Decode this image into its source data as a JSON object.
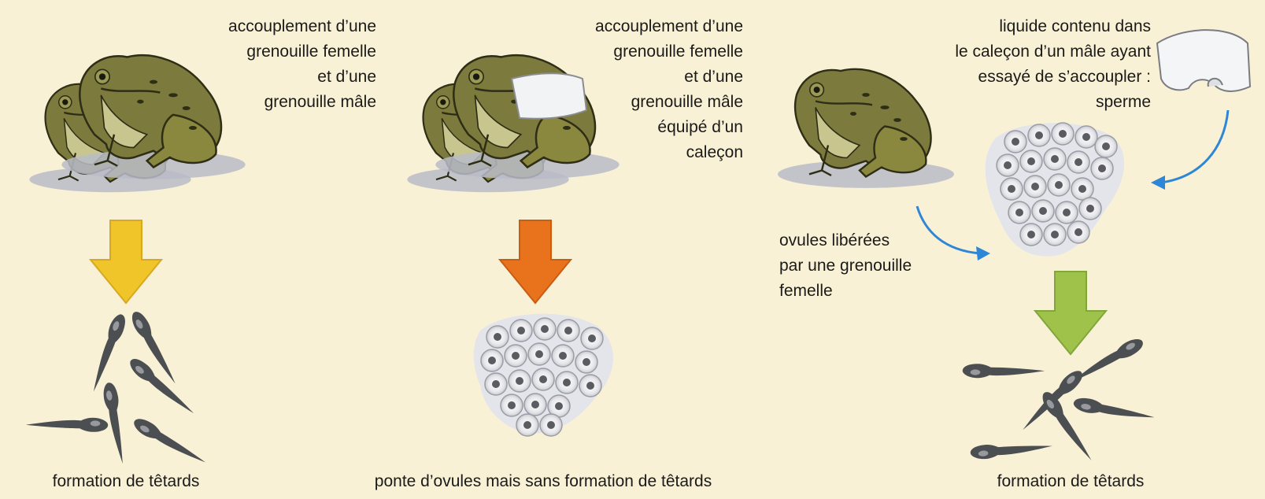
{
  "panels": [
    {
      "description_lines": [
        "accouplement d’une",
        "grenouille femelle",
        "et d’une",
        "grenouille mâle"
      ],
      "caption": "formation de têtards"
    },
    {
      "description_lines": [
        "accouplement d’une",
        "grenouille femelle",
        "et d’une",
        "grenouille mâle",
        "équipé d’un",
        "caleçon"
      ],
      "caption": "ponte d’ovules mais sans formation de têtards"
    },
    {
      "liquid_lines": [
        "liquide contenu dans",
        "le caleçon d’un mâle ayant",
        "essayé de s’accoupler :",
        "sperme"
      ],
      "ovules_lines": [
        "ovules libérées",
        "par une grenouille",
        "femelle"
      ],
      "caption": "formation de têtards"
    }
  ],
  "colors": {
    "background": "#f9f1d6",
    "frog_body": "#7c7a3c",
    "frog_belly": "#c9c58f",
    "arrow_yellow": "#f0c52a",
    "arrow_orange": "#e8731c",
    "arrow_green": "#9fc24a",
    "blue_arrow": "#2d86d6",
    "tadpole": "#4b4f52"
  }
}
